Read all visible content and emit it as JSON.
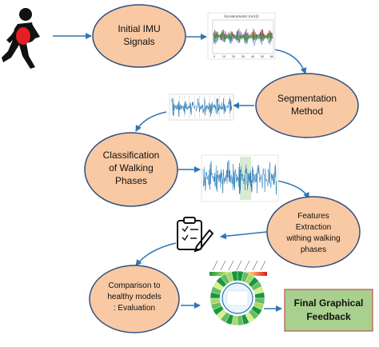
{
  "nodes": {
    "initial_imu": {
      "line1": "Initial IMU",
      "line2": "Signals"
    },
    "segmentation": {
      "line1": "Segmentation",
      "line2": "Method"
    },
    "classification": {
      "line1": "Classification",
      "line2": "of Walking",
      "line3": "Phases"
    },
    "features": {
      "line1": "Features",
      "line2": "Extraction",
      "line3": "withing walking",
      "line4": "phases"
    },
    "comparison": {
      "line1": "Comparison to",
      "line2": "healthy models",
      "line3": ": Evaluation"
    },
    "final_feedback": {
      "line1": "Final Graphical",
      "line2": "Feedback"
    }
  },
  "thumbnails": {
    "imu_plot_title": "Accelerometer (m/s2)",
    "imu_x_ticks": [
      "0",
      "10",
      "20",
      "30",
      "40",
      "50",
      "60"
    ]
  },
  "colors": {
    "node_fill": "#f8c9a3",
    "node_stroke": "#2f4f80",
    "feedback_fill": "#a9d08e",
    "feedback_stroke": "#c0504d",
    "arrow": "#2e75b6",
    "walker_red": "#e31e24",
    "signal_blue": "#1f77b4",
    "signal_green": "#2ca02c",
    "signal_red": "#d62728",
    "signal_purple": "#9467bd"
  },
  "icons": [
    "walking-person-icon",
    "clipboard-checklist-icon",
    "pencil-icon"
  ]
}
